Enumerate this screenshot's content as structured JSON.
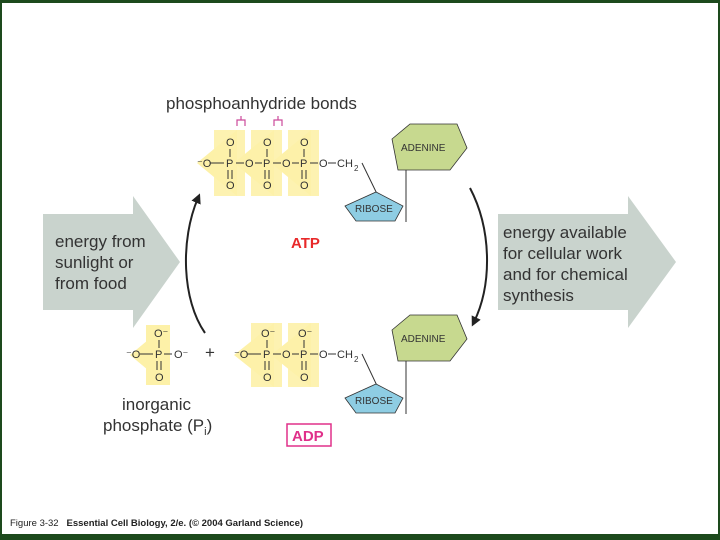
{
  "labels": {
    "bonds": "phosphoanhydride bonds",
    "energy_in": [
      "energy from",
      "sunlight or",
      "from food"
    ],
    "energy_out": [
      "energy available",
      "for cellular work",
      "and for chemical",
      "synthesis"
    ],
    "atp": "ATP",
    "adp": "ADP",
    "adenine": "ADENINE",
    "ribose": "RIBOSE",
    "inorganic": [
      "inorganic",
      "phosphate (P",
      "i",
      ")"
    ],
    "plus": "+"
  },
  "chem": {
    "o": "O",
    "o_minus": "O⁻",
    "p": "P",
    "minus_o": "⁻O",
    "ch2": "CH",
    "sub2": "2"
  },
  "caption": {
    "figure": "Figure 3-32",
    "text": "Essential Cell Biology, 2/e. (© 2004 Garland Science)"
  },
  "colors": {
    "arrow": "#c9d3cd",
    "phosphate": "#fdf1a8",
    "adenine": "#c7d98f",
    "ribose": "#8ecde3",
    "atp_label": "#e8292a",
    "adp_label": "#e0308a",
    "bracket": "#cc4a9b"
  }
}
